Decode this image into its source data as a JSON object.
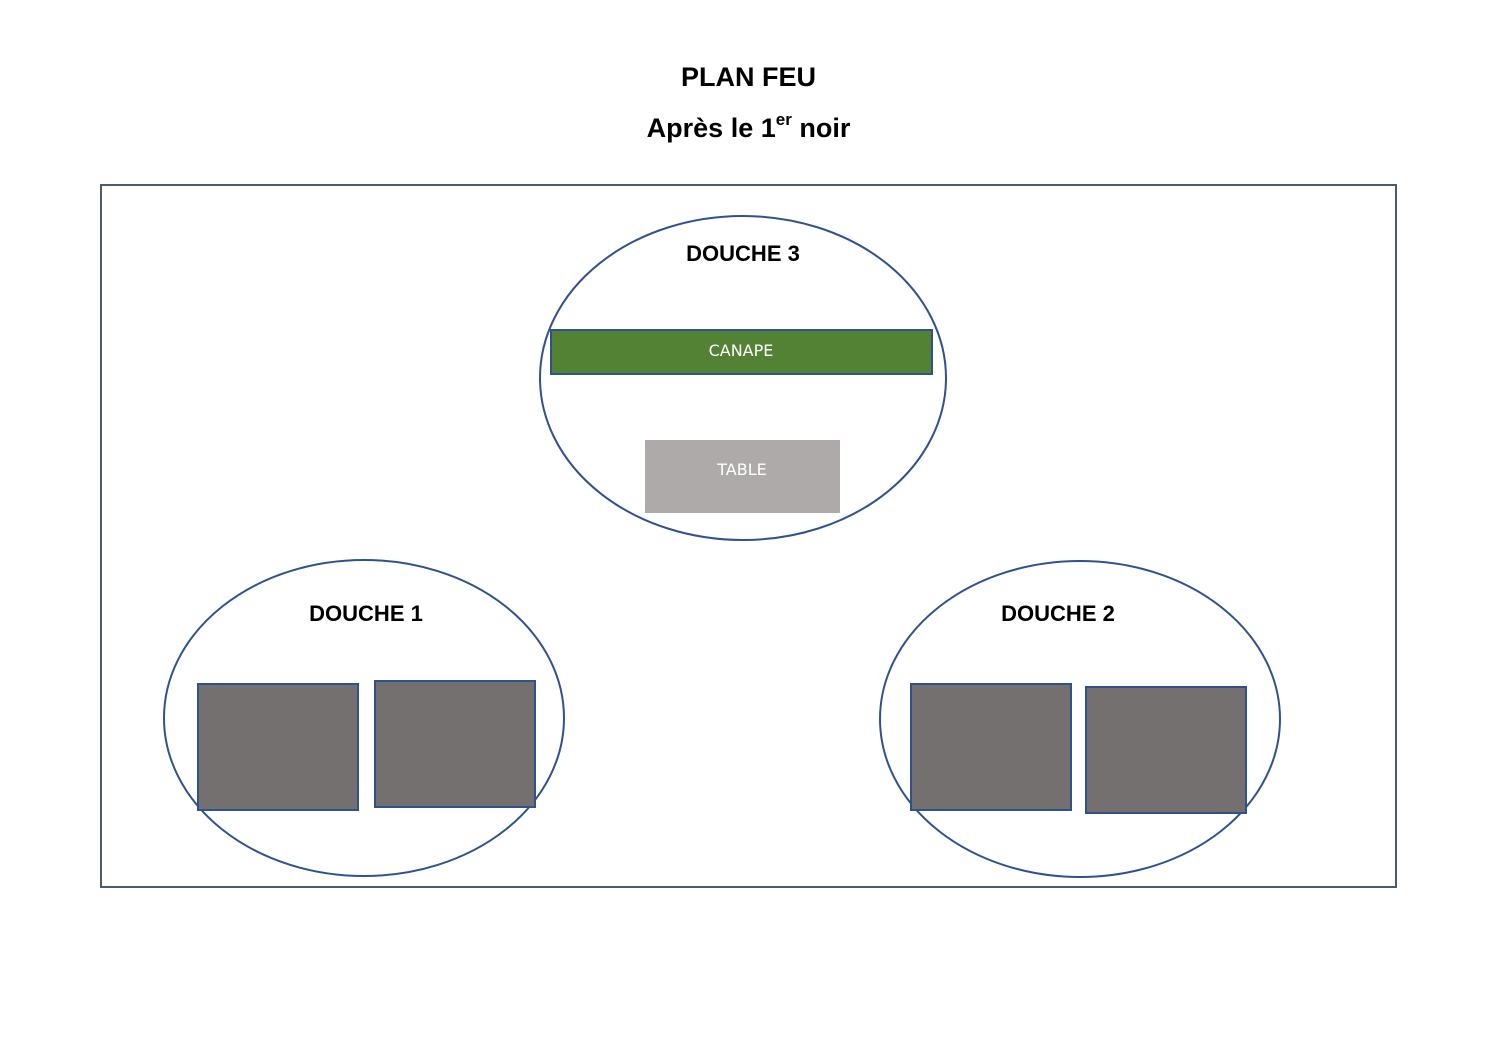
{
  "header": {
    "title": "PLAN FEU",
    "subtitle_before": "Après le 1",
    "subtitle_sup": "er",
    "subtitle_after": " noir"
  },
  "zones": {
    "douche3": {
      "label": "DOUCHE 3",
      "sofa_label": "CANAPE",
      "table_label": "TABLE"
    },
    "douche1": {
      "label": "DOUCHE 1"
    },
    "douche2": {
      "label": "DOUCHE 2"
    }
  },
  "colors": {
    "outline": "#2f528f",
    "frame": "#4d5a6a",
    "sofa": "#548235",
    "table": "#aeaaaa",
    "seat": "#757070"
  }
}
